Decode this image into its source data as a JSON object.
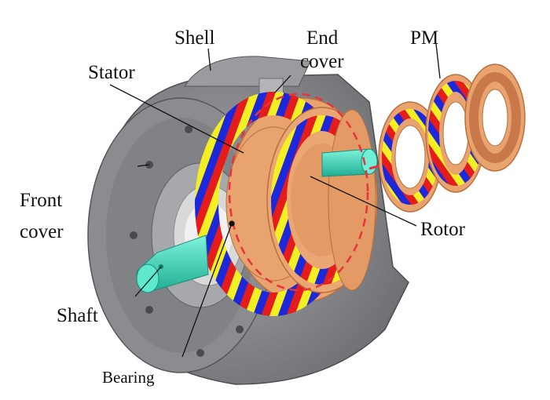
{
  "labels": {
    "shell": "Shell",
    "end_cover_line1": "End",
    "end_cover_line2": "cover",
    "pm": "PM",
    "stator": "Stator",
    "front_cover_line1": "Front",
    "front_cover_line2": "cover",
    "rotor": "Rotor",
    "shaft": "Shaft",
    "bearing": "Bearing"
  },
  "colors": {
    "housing": "#8f8f92",
    "housing_dark": "#5f6064",
    "copper": "#e9a36f",
    "copper_dark": "#c9784a",
    "magnet_red": "#e41c1c",
    "magnet_blue": "#1c28d9",
    "magnet_yellow": "#f2ef22",
    "shaft": "#39e0c0",
    "arrow": "#e8323c"
  }
}
